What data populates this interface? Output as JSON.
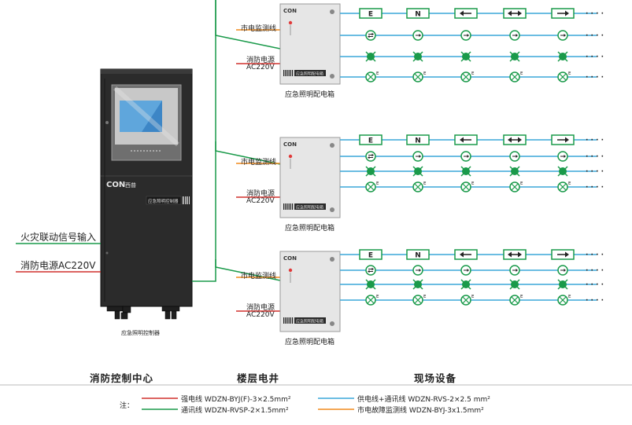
{
  "cabinet": {
    "brand": "CON",
    "brand_cn": "西普",
    "plate": "应急照明控制器",
    "label": "应急照明控制器"
  },
  "inputs": {
    "fire_signal": "火灾联动信号输入",
    "fire_power": "消防电源AC220V"
  },
  "box": {
    "brand": "CON",
    "plate": "应急照明配电箱",
    "label": "应急照明配电箱",
    "mains_monitor": "市电监测线",
    "fire_power_1": "消防电源",
    "fire_power_2": "AC220V"
  },
  "devices": {
    "exit_letter": "E",
    "n_letter": "N",
    "e_superscript": "E",
    "more": "· · · ·"
  },
  "sections": {
    "control_center": "消防控制中心",
    "shaft": "楼层电井",
    "field": "现场设备"
  },
  "legend": {
    "note": "注：",
    "items": [
      {
        "text": "强电线 WDZN-BYJ(F)-3×2.5mm²",
        "color": "#d0312d"
      },
      {
        "text": "通讯线 WDZN-RVSP-2×1.5mm²",
        "color": "#1a9a4a"
      },
      {
        "text": "供电线+通讯线 WDZN-RVS-2×2.5 mm²",
        "color": "#3aa7d9"
      },
      {
        "text": "市电故障监测线 WDZN-BYJ-3x1.5mm²",
        "color": "#f08a1c"
      }
    ]
  },
  "colors": {
    "power_red": "#d0312d",
    "comm_green": "#1a9a4a",
    "supply_blue": "#3aa7d9",
    "monitor_orange": "#f08a1c",
    "cabinet": "#2a2a2a",
    "lamp_green": "#1a9a4a"
  }
}
